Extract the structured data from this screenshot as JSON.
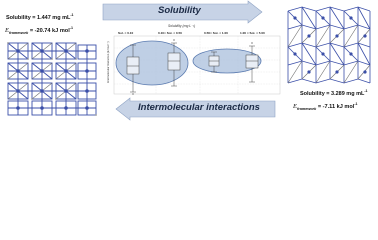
{
  "left_compound": {
    "solubility_label": "Solubility = 1.447 mg mL",
    "solubility_sup": "-1",
    "energy_symbol": "E",
    "energy_subscript": "framework",
    "energy_value": "= -20.74 kJ mol",
    "energy_sup": "-1"
  },
  "right_compound": {
    "solubility_label": "Solubility = 3.289 mg mL",
    "solubility_sup": "-1",
    "energy_symbol": "E",
    "energy_subscript": "framework",
    "energy_value": "= -7.11 kJ mol",
    "energy_sup": "-1"
  },
  "arrows": {
    "top_label": "Solubility",
    "bottom_label": "Intermolecular interactions"
  },
  "chart": {
    "x_title": "Solubility (mg L⁻¹)",
    "y_title": "Intermolecular Interaction (kJ mol⁻¹)",
    "ranges": [
      "Sol. < 0.10",
      "0.10< Sol. < 0.50",
      "0.50< Sol. < 1.00",
      "1.00 < Sol. < 5.00"
    ]
  },
  "colors": {
    "arrow_fill": "#c7d3e6",
    "arrow_stroke": "#8fa3c4",
    "ellipse_fill": "#a9bfdc",
    "ellipse_stroke": "#5b7bb0",
    "framework_blue": "#3b4fa8",
    "framework_grey": "#6f6f6f"
  }
}
